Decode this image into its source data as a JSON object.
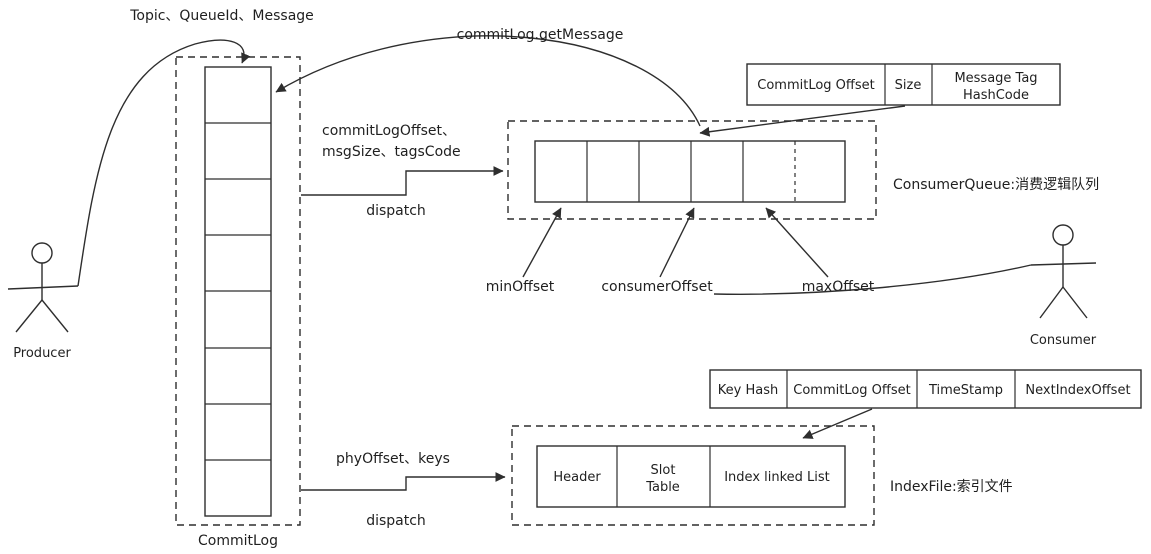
{
  "diagram": {
    "producer": {
      "label": "Producer",
      "send_label": "Topic、QueueId、Message"
    },
    "consumer": {
      "label": "Consumer"
    },
    "commitlog": {
      "label": "CommitLog",
      "get_message_label": "commitLog.getMessage"
    },
    "consumer_queue": {
      "title": "ConsumerQueue:消费逻辑队列",
      "dispatch_label": "dispatch",
      "dispatch_payload_line1": "commitLogOffset、",
      "dispatch_payload_line2": "msgSize、tagsCode",
      "min_offset_label": "minOffset",
      "consumer_offset_label": "consumerOffset",
      "max_offset_label": "maxOffset",
      "entry_fields": {
        "offset": "CommitLog Offset",
        "size": "Size",
        "tag_line1": "Message Tag",
        "tag_line2": "HashCode"
      }
    },
    "index_file": {
      "title": "IndexFile:索引文件",
      "dispatch_label": "dispatch",
      "dispatch_payload": "phyOffset、keys",
      "sections": {
        "header": "Header",
        "slot_line1": "Slot",
        "slot_line2": "Table",
        "index_list": "Index linked List"
      },
      "entry_fields": {
        "key_hash": "Key Hash",
        "offset": "CommitLog Offset",
        "timestamp": "TimeStamp",
        "next_index_offset": "NextIndexOffset"
      }
    }
  }
}
